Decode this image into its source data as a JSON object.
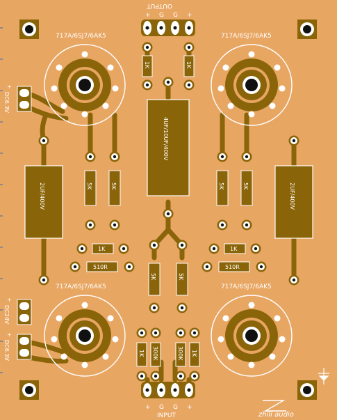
{
  "board": {
    "background": "#e8a663",
    "copper_color": "#8a6408",
    "silk_color": "#ffffff"
  },
  "labels": {
    "output_title": "OUTPUT",
    "input_title": "INPUT",
    "output_pins": [
      "+",
      "G",
      "G",
      "+"
    ],
    "input_pins": [
      "+",
      "G",
      "G",
      "+"
    ],
    "tube": "717A/6SJ7/6AK5",
    "cap_center": "4UF/10UF/400V",
    "cap_side": "2UF/400V",
    "r_5k": "5K",
    "r_1k": "1K",
    "r_510": "510R",
    "r_300k": "300K",
    "heater_top": "DC6.3V",
    "heater_mid": "DC24V",
    "heater_bot": "DC6.3V",
    "heater_plus": "+",
    "heater_minus": "-",
    "brand": "zhili audio"
  }
}
